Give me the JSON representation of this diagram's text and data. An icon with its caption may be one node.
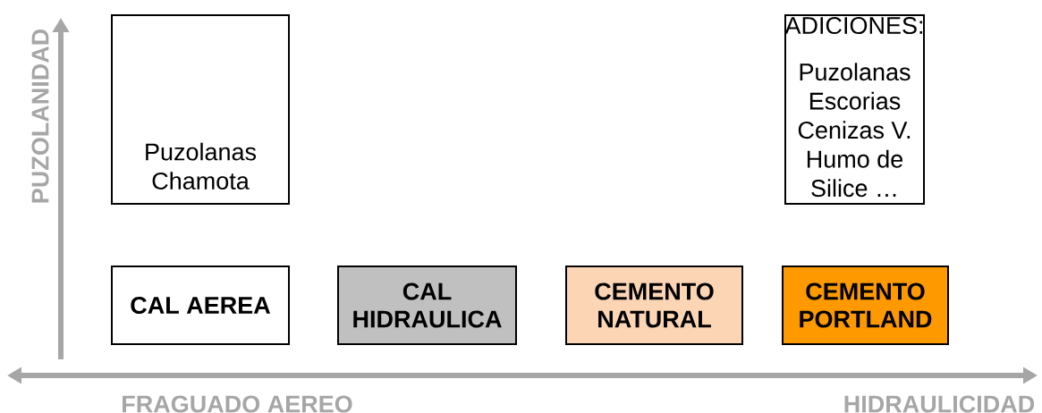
{
  "diagram": {
    "nodes": [
      {
        "text": [
          "Puzolanas Chamota"
        ]
      },
      {
        "text": [
          "ADICIONES:",
          "Puzolanas Escorias Cenizas V. Humo de Silice …"
        ]
      },
      {
        "text": [
          "CAL AEREA"
        ]
      },
      {
        "text": [
          "CAL HIDRAULICA"
        ]
      },
      {
        "text": [
          "CEMENTO NATURAL"
        ]
      },
      {
        "text": [
          "CEMENTO PORTLAND"
        ]
      }
    ],
    "labels": [
      "PUZOLANIDAD",
      "FRAGUADO AEREO",
      "HIDRAULICIDAD"
    ]
  }
}
